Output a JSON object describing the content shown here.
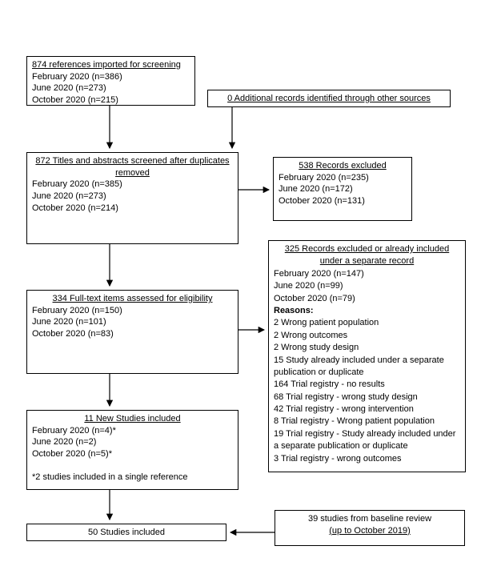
{
  "diagram": {
    "type": "prisma-flow",
    "boxes": {
      "imported": {
        "title": "874 references imported for screening",
        "lines": [
          "February 2020 (n=386)",
          "June 2020 (n=273)",
          "October 2020 (n=215)"
        ]
      },
      "additional": {
        "title": "0 Additional records identified through other sources"
      },
      "screened": {
        "title": "872 Titles and abstracts screened after duplicates removed",
        "lines": [
          "February 2020 (n=385)",
          "June 2020 (n=273)",
          "October 2020 (n=214)"
        ]
      },
      "excluded": {
        "title": "538 Records excluded",
        "lines": [
          "February 2020 (n=235)",
          "June 2020 (n=172)",
          "October 2020 (n=131)"
        ]
      },
      "excluded2": {
        "title": "325 Records excluded or already included under a separate record",
        "lines": [
          "February 2020 (n=147)",
          "June 2020 (n=99)",
          "October 2020 (n=79)"
        ],
        "reasons_label": "Reasons:",
        "reasons": [
          "2 Wrong patient population",
          "2 Wrong outcomes",
          "2 Wrong study design",
          "15 Study already included under a separate publication or duplicate",
          "164 Trial registry - no results",
          "68 Trial registry - wrong study design",
          "42 Trial registry - wrong intervention",
          "8 Trial registry - Wrong patient population",
          "19 Trial registry - Study already included under a separate publication or duplicate",
          "3 Trial registry - wrong outcomes"
        ]
      },
      "fulltext": {
        "title": "334 Full-text items assessed for eligibility",
        "lines": [
          "February 2020 (n=150)",
          "June 2020 (n=101)",
          "October 2020 (n=83)"
        ]
      },
      "new_studies": {
        "title": "11 New Studies included",
        "lines": [
          "February 2020 (n=4)*",
          "June 2020 (n=2)",
          "October 2020 (n=5)*"
        ],
        "footnote": "*2 studies included in a single reference"
      },
      "included": {
        "title": "50 Studies included"
      },
      "baseline": {
        "line1": "39 studies from baseline review",
        "line2": "(up to October 2019)"
      }
    },
    "colors": {
      "border": "#000000",
      "background": "#ffffff",
      "text": "#000000"
    }
  }
}
